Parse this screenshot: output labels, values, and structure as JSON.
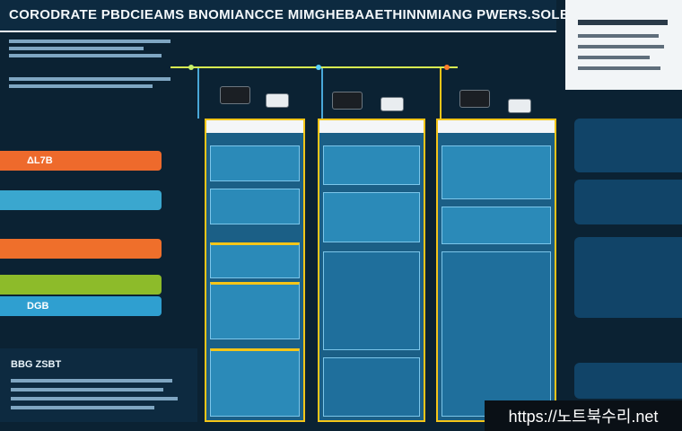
{
  "header": {
    "title": "CORODRATE PBDCIEAMS BNOMIANCCE MIMGHEBAAETHINNMIANG PWERS.SOLETTS"
  },
  "left_bars": [
    {
      "label": "ΔL7B",
      "color": "#ee6a2c"
    },
    {
      "label": "",
      "color": "#3aa7cf"
    },
    {
      "label": "",
      "color": "#ef6f2b"
    },
    {
      "label": "",
      "color": "#8dbb2a"
    },
    {
      "label": "DGB",
      "color": "#2f9fd0"
    }
  ],
  "left_footer": {
    "heading": "BBG ZSBT"
  },
  "columns": [
    {
      "header": "",
      "cards": [
        "",
        "",
        "",
        "",
        ""
      ]
    },
    {
      "header": "",
      "cards": [
        "",
        "",
        "",
        ""
      ]
    },
    {
      "header": "",
      "cards": [
        "",
        "",
        ""
      ]
    }
  ],
  "right_cards": [
    "",
    "",
    "",
    ""
  ],
  "colors": {
    "accent": "#f5c518",
    "card": "#2b8ab8",
    "panel": "#0d2a40"
  },
  "watermark": "https://노트북수리.net"
}
